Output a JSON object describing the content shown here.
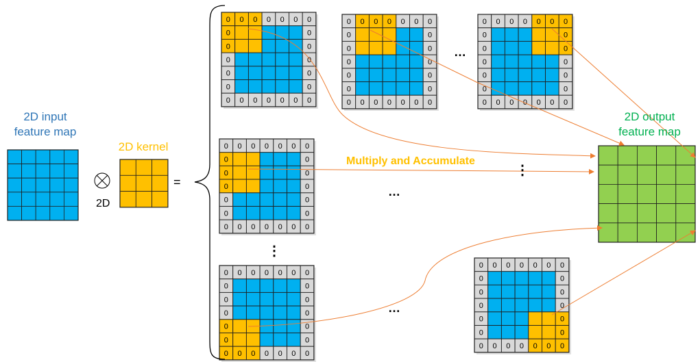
{
  "input_label_line1": "2D input",
  "input_label_line2": "feature  map",
  "kernel_label": "2D kernel",
  "conv_symbol_label": "2D",
  "equals_sign": "=",
  "output_label_line1": "2D output",
  "output_label_line2": "feature  map",
  "mac_label": "Multiply and Accumulate",
  "zero_value": "0",
  "ellipsis_horizontal": "…",
  "ellipsis_vertical": "⋮",
  "colors": {
    "input": "#00b0f0",
    "kernel": "#ffc000",
    "output": "#92d050",
    "padding": "#d9d9d9",
    "arrow": "#ed7d31",
    "input_label": "#2e75b6",
    "kernel_label": "#ffc000",
    "output_label": "#00b050"
  }
}
